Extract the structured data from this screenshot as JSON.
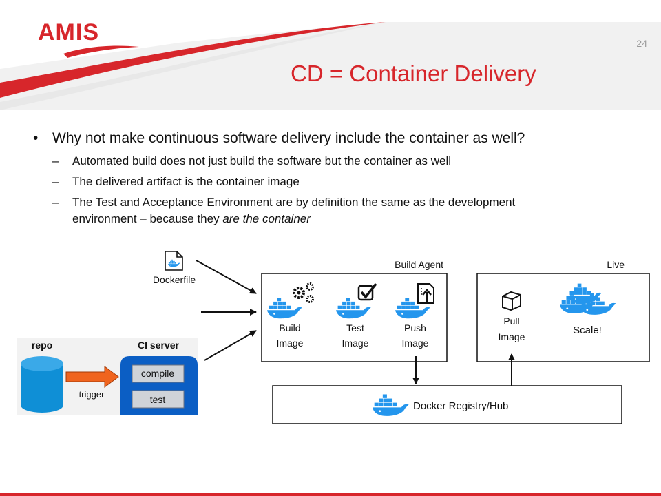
{
  "header": {
    "logo": "AMIS",
    "page_number": "24",
    "title": "CD = Container Delivery"
  },
  "bullets": {
    "main": "Why not make continuous software delivery include the container as well?",
    "sub1": "Automated build does not just build the software but the container as well",
    "sub2": "The delivered artifact is the container image",
    "sub3_plain": "The Test and Acceptance Environment are by definition the same as the development environment – because they ",
    "sub3_italic": "are the container"
  },
  "diagram": {
    "dockerfile": "Dockerfile",
    "build_agent": "Build Agent",
    "live": "Live",
    "build_image": [
      "Build",
      "Image"
    ],
    "test_image": [
      "Test",
      "Image"
    ],
    "push_image": [
      "Push",
      "Image"
    ],
    "pull_image": [
      "Pull",
      "Image"
    ],
    "scale": "Scale!",
    "registry": "Docker Registry/Hub",
    "repo": "repo",
    "ci_server": "CI server",
    "trigger": "trigger",
    "compile": "compile",
    "test": "test"
  },
  "colors": {
    "accent_red": "#d7262b",
    "docker_blue": "#2496ed",
    "ci_blue": "#0b5ec4",
    "arrow_orange": "#f0641e"
  }
}
